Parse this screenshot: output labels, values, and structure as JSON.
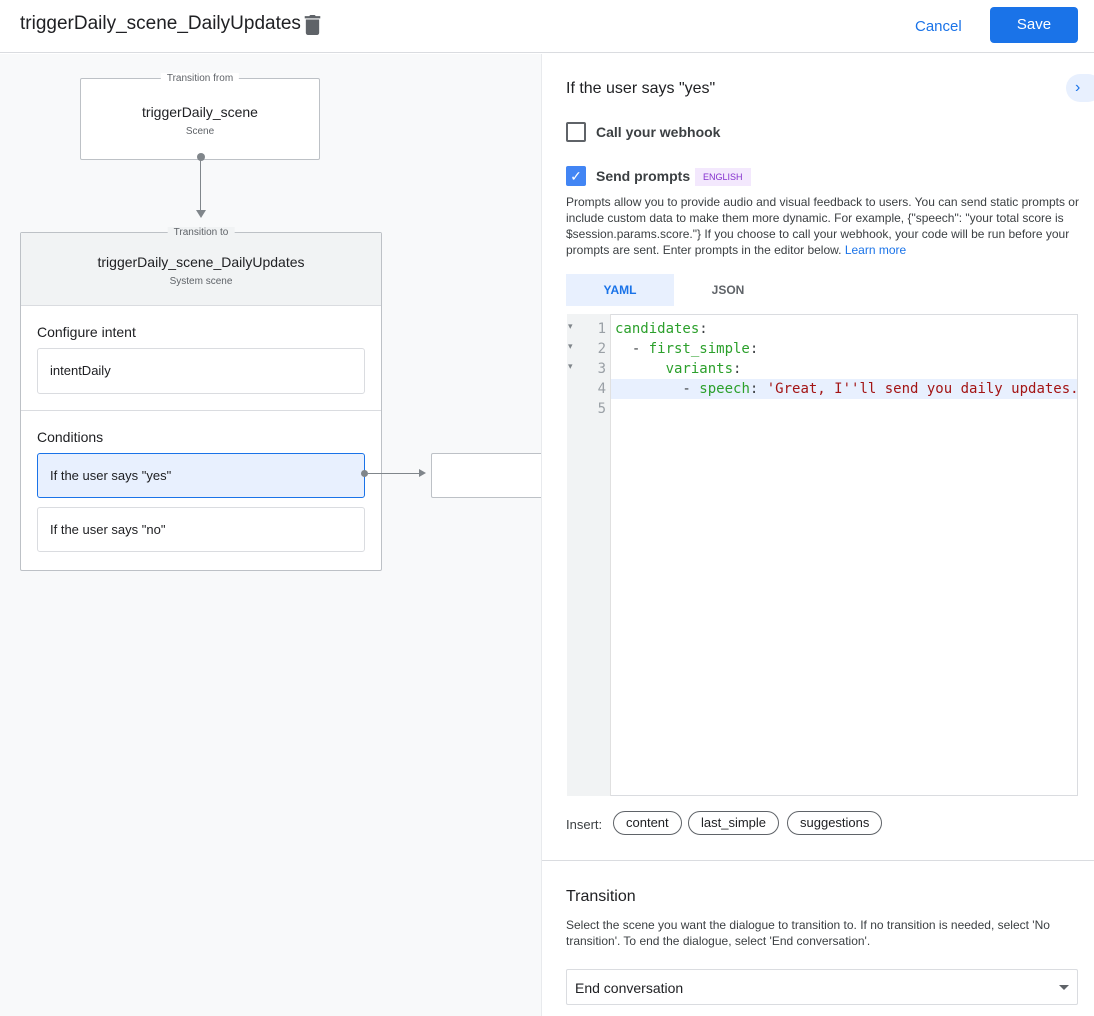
{
  "header": {
    "title": "triggerDaily_scene_DailyUpdates",
    "cancel": "Cancel",
    "save": "Save"
  },
  "canvas": {
    "from": {
      "label": "Transition from",
      "name": "triggerDaily_scene",
      "type": "Scene"
    },
    "to": {
      "label": "Transition to",
      "name": "triggerDaily_scene_DailyUpdates",
      "type": "System scene"
    },
    "intent_heading": "Configure intent",
    "intent": "intentDaily",
    "conditions_heading": "Conditions",
    "conditions": [
      "If the user says \"yes\"",
      "If the user says \"no\""
    ]
  },
  "panel": {
    "title": "If the user says \"yes\"",
    "webhook": {
      "label": "Call your webhook",
      "checked": false
    },
    "prompts": {
      "label": "Send prompts",
      "checked": true,
      "badge": "ENGLISH",
      "description": "Prompts allow you to provide audio and visual feedback to users. You can send static prompts or include custom data to make them more dynamic. For example, {\"speech\": \"your total score is $session.params.score.\"} If you choose to call your webhook, your code will be run before your prompts are sent. Enter prompts in the editor below.",
      "learn_more": "Learn more"
    },
    "tabs": [
      "YAML",
      "JSON"
    ],
    "active_tab": "YAML",
    "code_lines": [
      {
        "n": "1",
        "indent": "",
        "dash": "",
        "key": "candidates",
        "val": ""
      },
      {
        "n": "2",
        "indent": "  ",
        "dash": "- ",
        "key": "first_simple",
        "val": ""
      },
      {
        "n": "3",
        "indent": "      ",
        "dash": "",
        "key": "variants",
        "val": ""
      },
      {
        "n": "4",
        "indent": "        ",
        "dash": "- ",
        "key": "speech",
        "val": "'Great, I''ll send you daily updates."
      },
      {
        "n": "5",
        "indent": "",
        "dash": "",
        "key": "",
        "val": ""
      }
    ],
    "insert_label": "Insert:",
    "insert_chips": [
      "content",
      "last_simple",
      "suggestions"
    ],
    "transition": {
      "heading": "Transition",
      "description": "Select the scene you want the dialogue to transition to. If no transition is needed, select 'No transition'. To end the dialogue, select 'End conversation'.",
      "selected": "End conversation"
    }
  },
  "colors": {
    "accent": "#1a73e8",
    "selected_bg": "#e8f0fe",
    "yaml_key": "#2ca02c",
    "yaml_string": "#a31515"
  }
}
